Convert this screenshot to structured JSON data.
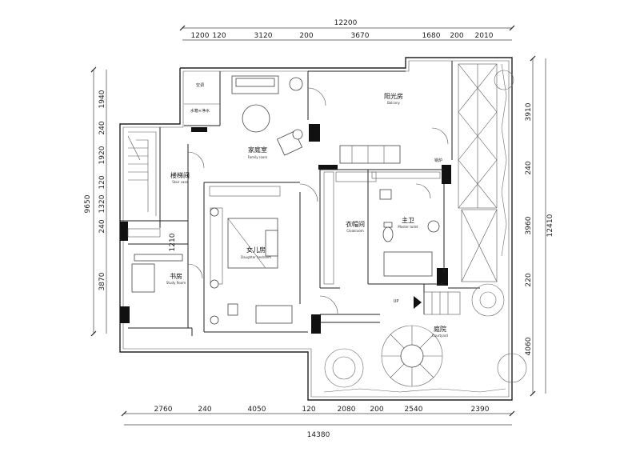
{
  "top_dimensions": {
    "total": "12200",
    "segments": [
      "1200",
      "120",
      "3120",
      "200",
      "3670",
      "1680",
      "200",
      "2010"
    ]
  },
  "bottom_dimensions": {
    "total": "14380",
    "segments": [
      "2760",
      "240",
      "4050",
      "120",
      "2080",
      "200",
      "2540",
      "2390"
    ]
  },
  "left_dimensions": {
    "total": "9650",
    "segments": [
      "1940",
      "240",
      "1920",
      "120",
      "1320",
      "240",
      "1210",
      "3870"
    ]
  },
  "right_dimensions": {
    "total": "12410",
    "segments": [
      "3910",
      "240",
      "3960",
      "220",
      "4060"
    ]
  },
  "rooms": {
    "family_room": {
      "cn": "家庭室",
      "en": "Family room"
    },
    "balcony": {
      "cn": "阳光房",
      "en": "Balcony"
    },
    "staircase": {
      "cn": "楼梯间",
      "en": "Stair case"
    },
    "daughter_bedroom": {
      "cn": "女儿房",
      "en": "Daughter bedroom"
    },
    "cloakroom": {
      "cn": "衣帽间",
      "en": "Cloakroom"
    },
    "master_toilet": {
      "cn": "主卫",
      "en": "Master toilet"
    },
    "study_room": {
      "cn": "书房",
      "en": "Study Room"
    },
    "courtyard": {
      "cn": "庭院",
      "en": "Courtyard"
    }
  },
  "labels": {
    "aircon": "空调",
    "water_heater": "水箱+净水",
    "boiler": "锅炉",
    "up": "UP"
  }
}
